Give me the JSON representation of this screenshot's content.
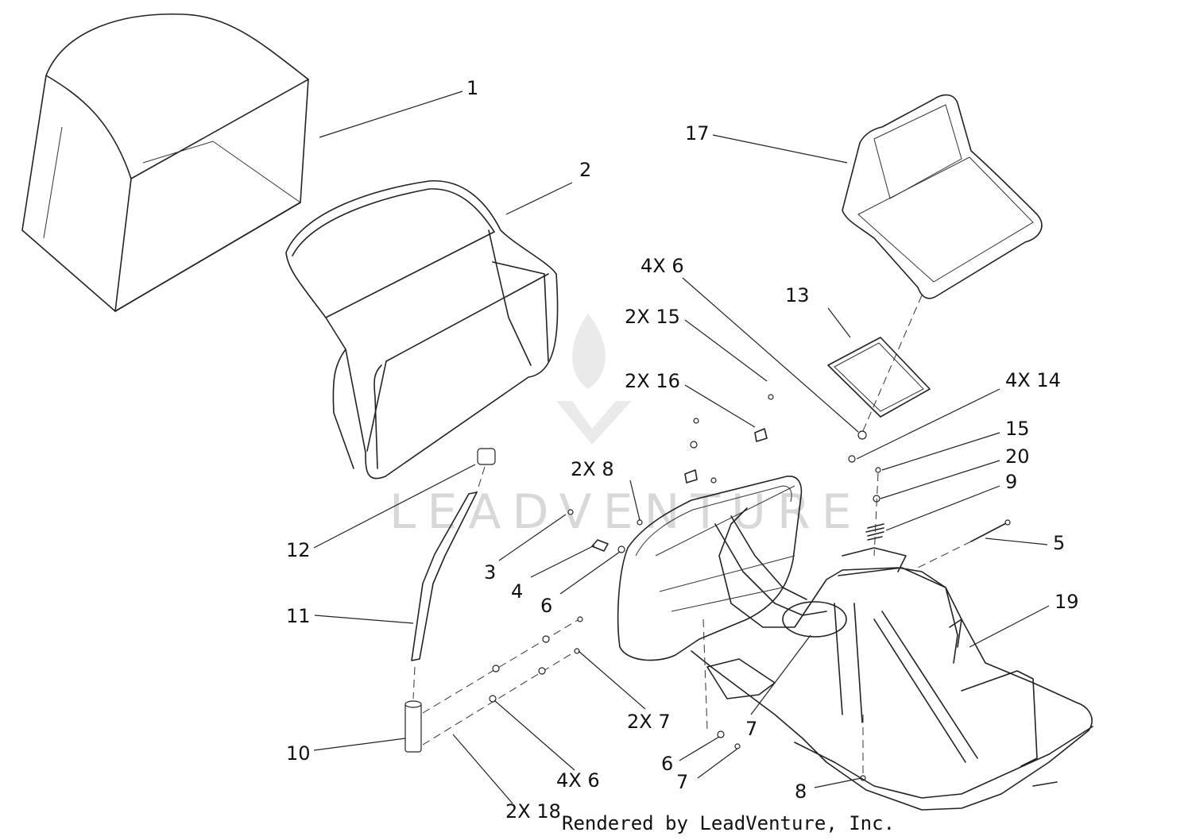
{
  "labels": {
    "l1": "1",
    "l2": "2",
    "l17": "17",
    "l4x6a": "4X 6",
    "l13": "13",
    "l2x15": "2X 15",
    "l2x16": "2X 16",
    "l4x14": "4X 14",
    "l15": "15",
    "l20": "20",
    "l9": "9",
    "l2x8": "2X 8",
    "l5": "5",
    "l12": "12",
    "l3": "3",
    "l4": "4",
    "l6a": "6",
    "l11": "11",
    "l19": "19",
    "l2x7": "2X 7",
    "l7a": "7",
    "l10": "10",
    "l6b": "6",
    "l7b": "7",
    "l4x6b": "4X 6",
    "l8": "8",
    "l2x18": "2X 18"
  },
  "watermark": "LEADVENTURE",
  "credit": "Rendered by LeadVenture, Inc."
}
